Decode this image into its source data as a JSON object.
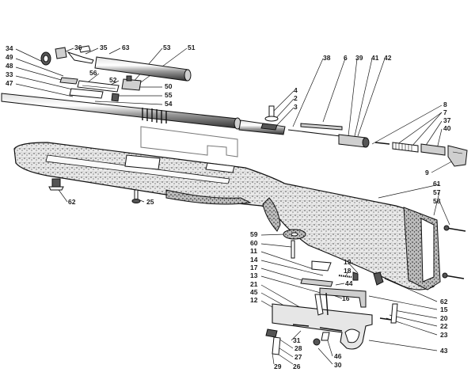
{
  "labels": [
    {
      "t": "34"
    },
    {
      "t": "49"
    },
    {
      "t": "48"
    },
    {
      "t": "33"
    },
    {
      "t": "47"
    },
    {
      "t": "36"
    },
    {
      "t": "35"
    },
    {
      "t": "63"
    },
    {
      "t": "56"
    },
    {
      "t": "52"
    },
    {
      "t": "53"
    },
    {
      "t": "51"
    },
    {
      "t": "50"
    },
    {
      "t": "55"
    },
    {
      "t": "54"
    },
    {
      "t": "38"
    },
    {
      "t": "6"
    },
    {
      "t": "39"
    },
    {
      "t": "41"
    },
    {
      "t": "42"
    },
    {
      "t": "4"
    },
    {
      "t": "2"
    },
    {
      "t": "3"
    },
    {
      "t": "8"
    },
    {
      "t": "7"
    },
    {
      "t": "37"
    },
    {
      "t": "40"
    },
    {
      "t": "9"
    },
    {
      "t": "61"
    },
    {
      "t": "57"
    },
    {
      "t": "58"
    },
    {
      "t": "62"
    },
    {
      "t": "25"
    },
    {
      "t": "59"
    },
    {
      "t": "60"
    },
    {
      "t": "11"
    },
    {
      "t": "14"
    },
    {
      "t": "17"
    },
    {
      "t": "13"
    },
    {
      "t": "21"
    },
    {
      "t": "45"
    },
    {
      "t": "12"
    },
    {
      "t": "19"
    },
    {
      "t": "18"
    },
    {
      "t": "44"
    },
    {
      "t": "16"
    },
    {
      "t": "62"
    },
    {
      "t": "15"
    },
    {
      "t": "20"
    },
    {
      "t": "22"
    },
    {
      "t": "23"
    },
    {
      "t": "43"
    },
    {
      "t": "31"
    },
    {
      "t": "28"
    },
    {
      "t": "27"
    },
    {
      "t": "46"
    },
    {
      "t": "30"
    },
    {
      "t": "29"
    },
    {
      "t": "26"
    }
  ]
}
